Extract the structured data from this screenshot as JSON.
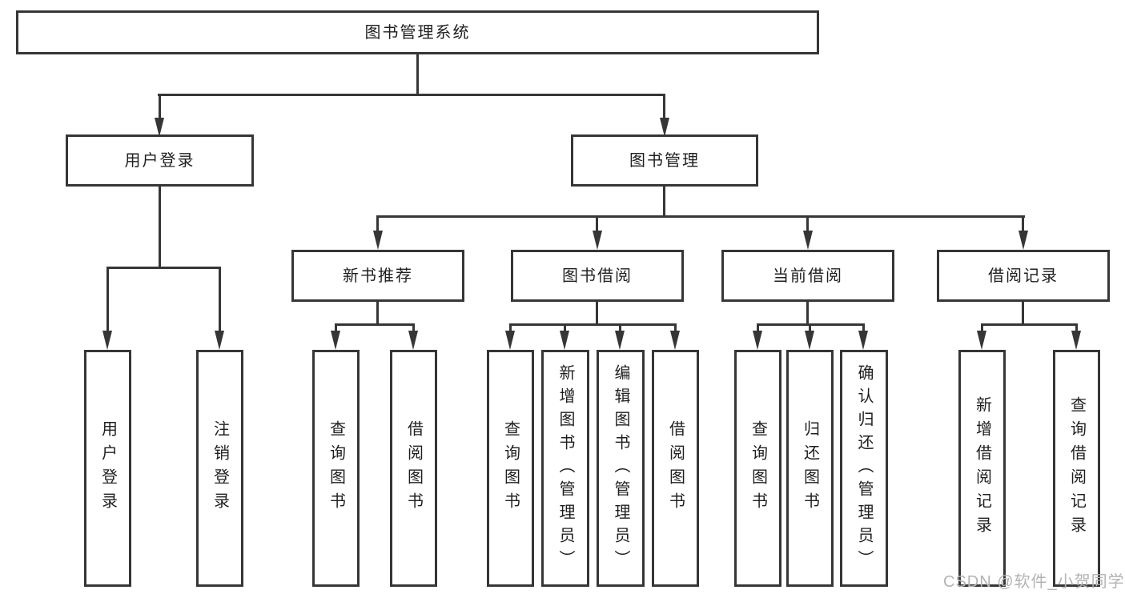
{
  "tree": {
    "label": "图书管理系统",
    "children": [
      {
        "label": "用户登录",
        "children": [
          {
            "label": "用户登录"
          },
          {
            "label": "注销登录"
          }
        ]
      },
      {
        "label": "图书管理",
        "children": [
          {
            "label": "新书推荐",
            "children": [
              {
                "label": "查询图书"
              },
              {
                "label": "借阅图书"
              }
            ]
          },
          {
            "label": "图书借阅",
            "children": [
              {
                "label": "查询图书"
              },
              {
                "label": "新增图书（管理员）"
              },
              {
                "label": "编辑图书（管理员）"
              },
              {
                "label": "借阅图书"
              }
            ]
          },
          {
            "label": "当前借阅",
            "children": [
              {
                "label": "查询图书"
              },
              {
                "label": "归还图书"
              },
              {
                "label": "确认归还（管理员）"
              }
            ]
          },
          {
            "label": "借阅记录",
            "children": [
              {
                "label": "新增借阅记录"
              },
              {
                "label": "查询借阅记录"
              }
            ]
          }
        ]
      }
    ]
  },
  "watermark": {
    "text": "CSDN @软件_小贺同学",
    "color": "#b3b3b3"
  },
  "colors": {
    "line": "#363636",
    "box_border": "#363636",
    "text": "#1f1f1f",
    "background": "#ffffff"
  }
}
